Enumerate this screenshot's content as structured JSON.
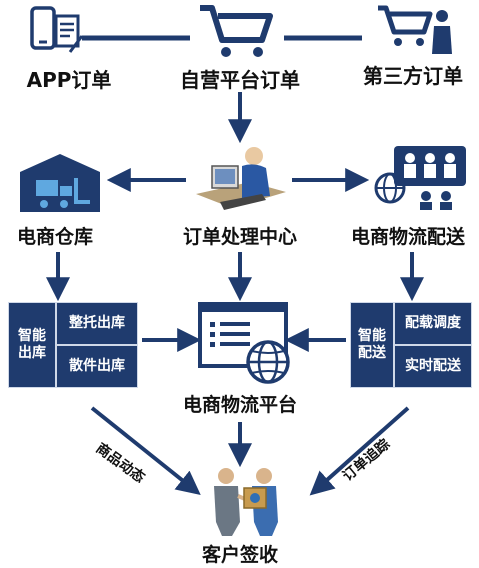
{
  "top": {
    "app_order": "APP订单",
    "self_order": "自营平台订单",
    "third_order": "第三方订单"
  },
  "middle": {
    "warehouse": "电商仓库",
    "order_center": "订单处理中心",
    "delivery": "电商物流配送"
  },
  "left_panel": {
    "title": "智能出库",
    "item1": "整托出库",
    "item2": "散件出库"
  },
  "right_panel": {
    "title": "智能配送",
    "item1": "配载调度",
    "item2": "实时配送"
  },
  "platform": "电商物流平台",
  "flows": {
    "left_diag": "商品动态",
    "right_diag": "订单追踪"
  },
  "customer": "客户签收",
  "colors": {
    "primary": "#1f3b6e",
    "accent": "#2f6fb5"
  }
}
